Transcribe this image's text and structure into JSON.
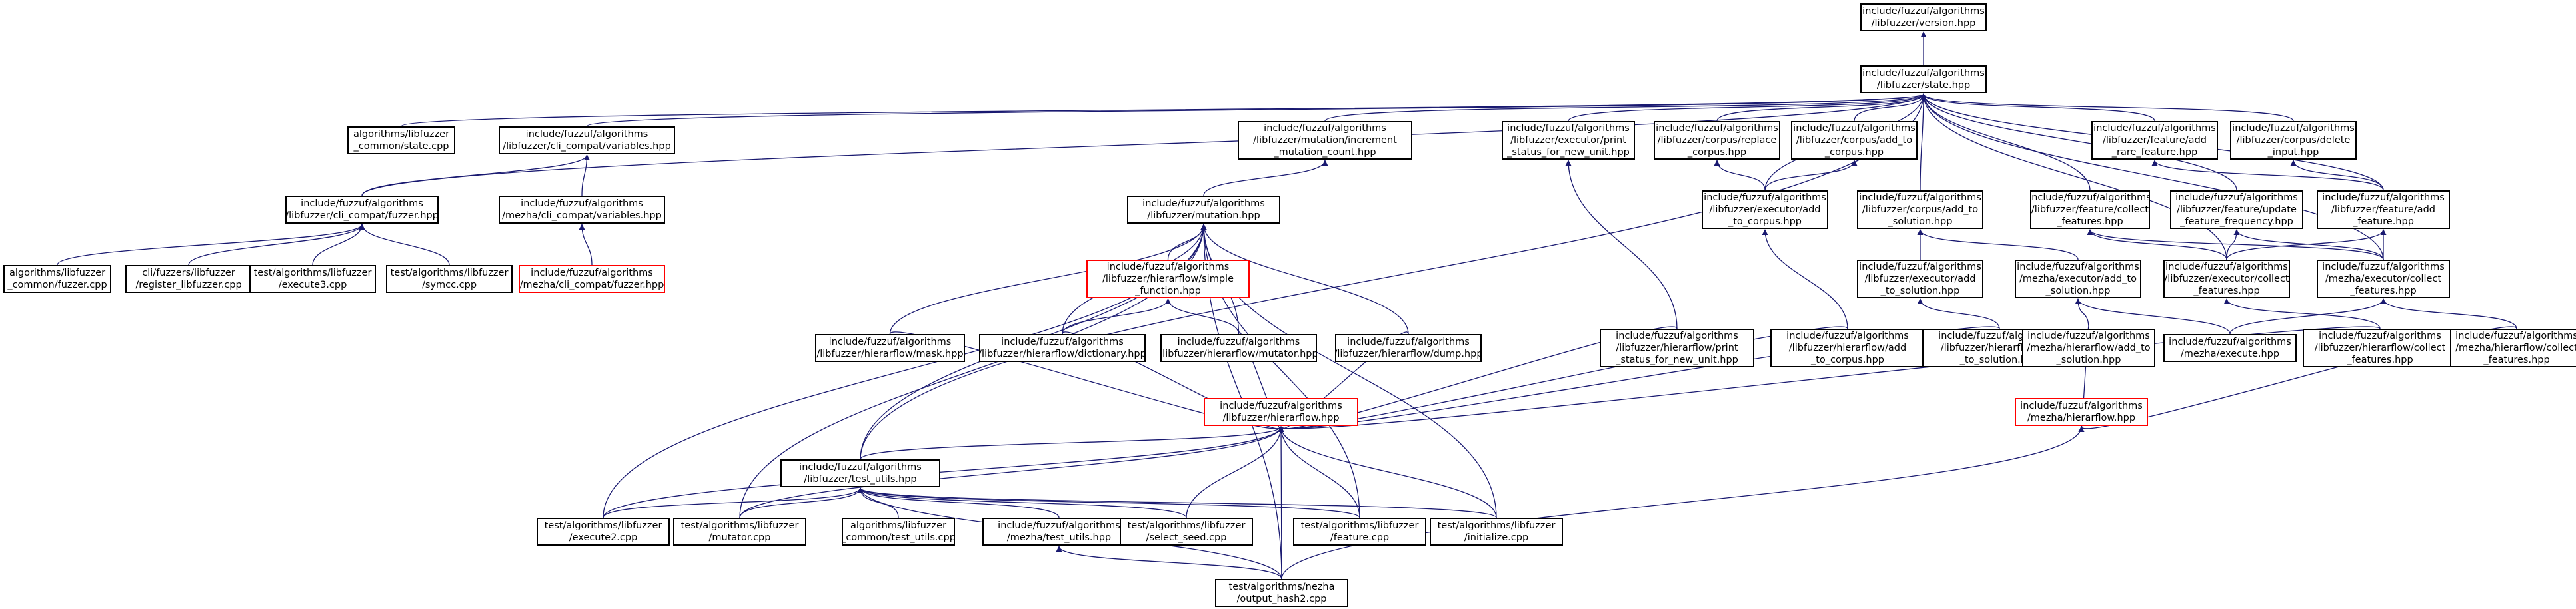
{
  "colors": {
    "edge": "#191970",
    "node_border": "#000000",
    "root_fill": "#bfbfbf",
    "root_border": "#666666",
    "incomplete_border": "#ff0000"
  },
  "nodes": [
    {
      "id": "version",
      "label": [
        "include/fuzzuf/algorithms",
        "/libfuzzer/version.hpp"
      ],
      "style": "root"
    },
    {
      "id": "state",
      "label": [
        "include/fuzzuf/algorithms",
        "/libfuzzer/state.hpp"
      ]
    },
    {
      "id": "common_state",
      "label": [
        "algorithms/libfuzzer",
        "_common/state.cpp"
      ]
    },
    {
      "id": "cli_variables",
      "label": [
        "include/fuzzuf/algorithms",
        "/libfuzzer/cli_compat/variables.hpp"
      ]
    },
    {
      "id": "increment",
      "label": [
        "include/fuzzuf/algorithms",
        "/libfuzzer/mutation/increment",
        "_mutation_count.hpp"
      ]
    },
    {
      "id": "exec_print",
      "label": [
        "include/fuzzuf/algorithms",
        "/libfuzzer/executor/print",
        "_status_for_new_unit.hpp"
      ]
    },
    {
      "id": "corpus_replace",
      "label": [
        "include/fuzzuf/algorithms",
        "/libfuzzer/corpus/replace",
        "_corpus.hpp"
      ]
    },
    {
      "id": "corpus_add_to_corpus",
      "label": [
        "include/fuzzuf/algorithms",
        "/libfuzzer/corpus/add_to",
        "_corpus.hpp"
      ]
    },
    {
      "id": "add_rare",
      "label": [
        "include/fuzzuf/algorithms",
        "/libfuzzer/feature/add",
        "_rare_feature.hpp"
      ]
    },
    {
      "id": "corpus_delete",
      "label": [
        "include/fuzzuf/algorithms",
        "/libfuzzer/corpus/delete",
        "_input.hpp"
      ]
    },
    {
      "id": "cli_fuzzer",
      "label": [
        "include/fuzzuf/algorithms",
        "/libfuzzer/cli_compat/fuzzer.hpp"
      ]
    },
    {
      "id": "mezha_cli_variables",
      "label": [
        "include/fuzzuf/algorithms",
        "/mezha/cli_compat/variables.hpp"
      ]
    },
    {
      "id": "mutation",
      "label": [
        "include/fuzzuf/algorithms",
        "/libfuzzer/mutation.hpp"
      ]
    },
    {
      "id": "executor_add_to_corpus",
      "label": [
        "include/fuzzuf/algorithms",
        "/libfuzzer/executor/add",
        "_to_corpus.hpp"
      ]
    },
    {
      "id": "corpus_add_to_solution",
      "label": [
        "include/fuzzuf/algorithms",
        "/libfuzzer/corpus/add_to",
        "_solution.hpp"
      ]
    },
    {
      "id": "feature_collect",
      "label": [
        "include/fuzzuf/algorithms",
        "/libfuzzer/feature/collect",
        "_features.hpp"
      ]
    },
    {
      "id": "feature_update",
      "label": [
        "include/fuzzuf/algorithms",
        "/libfuzzer/feature/update",
        "_feature_frequency.hpp"
      ]
    },
    {
      "id": "feature_add",
      "label": [
        "include/fuzzuf/algorithms",
        "/libfuzzer/feature/add",
        "_feature.hpp"
      ]
    },
    {
      "id": "common_fuzzer",
      "label": [
        "algorithms/libfuzzer",
        "_common/fuzzer.cpp"
      ]
    },
    {
      "id": "register_libfuzzer",
      "label": [
        "cli/fuzzers/libfuzzer",
        "/register_libfuzzer.cpp"
      ]
    },
    {
      "id": "execute3",
      "label": [
        "test/algorithms/libfuzzer",
        "/execute3.cpp"
      ]
    },
    {
      "id": "symcc",
      "label": [
        "test/algorithms/libfuzzer",
        "/symcc.cpp"
      ]
    },
    {
      "id": "mezha_cli_fuzzer",
      "label": [
        "include/fuzzuf/algorithms",
        "/mezha/cli_compat/fuzzer.hpp"
      ],
      "style": "red"
    },
    {
      "id": "simple_function",
      "label": [
        "include/fuzzuf/algorithms",
        "/libfuzzer/hierarflow/simple",
        "_function.hpp"
      ],
      "style": "red"
    },
    {
      "id": "executor_add_to_solution",
      "label": [
        "include/fuzzuf/algorithms",
        "/libfuzzer/executor/add",
        "_to_solution.hpp"
      ]
    },
    {
      "id": "mezha_executor_add_to_solution",
      "label": [
        "include/fuzzuf/algorithms",
        "/mezha/executor/add_to",
        "_solution.hpp"
      ]
    },
    {
      "id": "executor_collect",
      "label": [
        "include/fuzzuf/algorithms",
        "/libfuzzer/executor/collect",
        "_features.hpp"
      ]
    },
    {
      "id": "mezha_executor_collect",
      "label": [
        "include/fuzzuf/algorithms",
        "/mezha/executor/collect",
        "_features.hpp"
      ]
    },
    {
      "id": "hf_mask",
      "label": [
        "include/fuzzuf/algorithms",
        "/libfuzzer/hierarflow/mask.hpp"
      ]
    },
    {
      "id": "hf_dictionary",
      "label": [
        "include/fuzzuf/algorithms",
        "/libfuzzer/hierarflow/dictionary.hpp"
      ]
    },
    {
      "id": "hf_mutator",
      "label": [
        "include/fuzzuf/algorithms",
        "/libfuzzer/hierarflow/mutator.hpp"
      ]
    },
    {
      "id": "hf_dump",
      "label": [
        "include/fuzzuf/algorithms",
        "/libfuzzer/hierarflow/dump.hpp"
      ]
    },
    {
      "id": "hf_print",
      "label": [
        "include/fuzzuf/algorithms",
        "/libfuzzer/hierarflow/print",
        "_status_for_new_unit.hpp"
      ]
    },
    {
      "id": "hf_add_to_corpus",
      "label": [
        "include/fuzzuf/algorithms",
        "/libfuzzer/hierarflow/add",
        "_to_corpus.hpp"
      ]
    },
    {
      "id": "hf_add_to_solution",
      "label": [
        "include/fuzzuf/algorithms",
        "/libfuzzer/hierarflow/add",
        "_to_solution.hpp"
      ]
    },
    {
      "id": "mezha_hf_add_to_solution",
      "label": [
        "include/fuzzuf/algorithms",
        "/mezha/hierarflow/add_to",
        "_solution.hpp"
      ]
    },
    {
      "id": "mezha_execute",
      "label": [
        "include/fuzzuf/algorithms",
        "/mezha/execute.hpp"
      ]
    },
    {
      "id": "hf_collect",
      "label": [
        "include/fuzzuf/algorithms",
        "/libfuzzer/hierarflow/collect",
        "_features.hpp"
      ]
    },
    {
      "id": "mezha_hf_collect",
      "label": [
        "include/fuzzuf/algorithms",
        "/mezha/hierarflow/collect",
        "_features.hpp"
      ]
    },
    {
      "id": "hierarflow",
      "label": [
        "include/fuzzuf/algorithms",
        "/libfuzzer/hierarflow.hpp"
      ],
      "style": "red"
    },
    {
      "id": "mezha_hierarflow",
      "label": [
        "include/fuzzuf/algorithms",
        "/mezha/hierarflow.hpp"
      ],
      "style": "red"
    },
    {
      "id": "test_utils",
      "label": [
        "include/fuzzuf/algorithms",
        "/libfuzzer/test_utils.hpp"
      ]
    },
    {
      "id": "execute2",
      "label": [
        "test/algorithms/libfuzzer",
        "/execute2.cpp"
      ]
    },
    {
      "id": "test_mutator",
      "label": [
        "test/algorithms/libfuzzer",
        "/mutator.cpp"
      ]
    },
    {
      "id": "common_test_utils",
      "label": [
        "algorithms/libfuzzer",
        "_common/test_utils.cpp"
      ]
    },
    {
      "id": "mezha_test_utils",
      "label": [
        "include/fuzzuf/algorithms",
        "/mezha/test_utils.hpp"
      ]
    },
    {
      "id": "select_seed",
      "label": [
        "test/algorithms/libfuzzer",
        "/select_seed.cpp"
      ]
    },
    {
      "id": "test_feature",
      "label": [
        "test/algorithms/libfuzzer",
        "/feature.cpp"
      ]
    },
    {
      "id": "test_initialize",
      "label": [
        "test/algorithms/libfuzzer",
        "/initialize.cpp"
      ]
    },
    {
      "id": "output_hash2",
      "label": [
        "test/algorithms/nezha",
        "/output_hash2.cpp"
      ]
    }
  ]
}
